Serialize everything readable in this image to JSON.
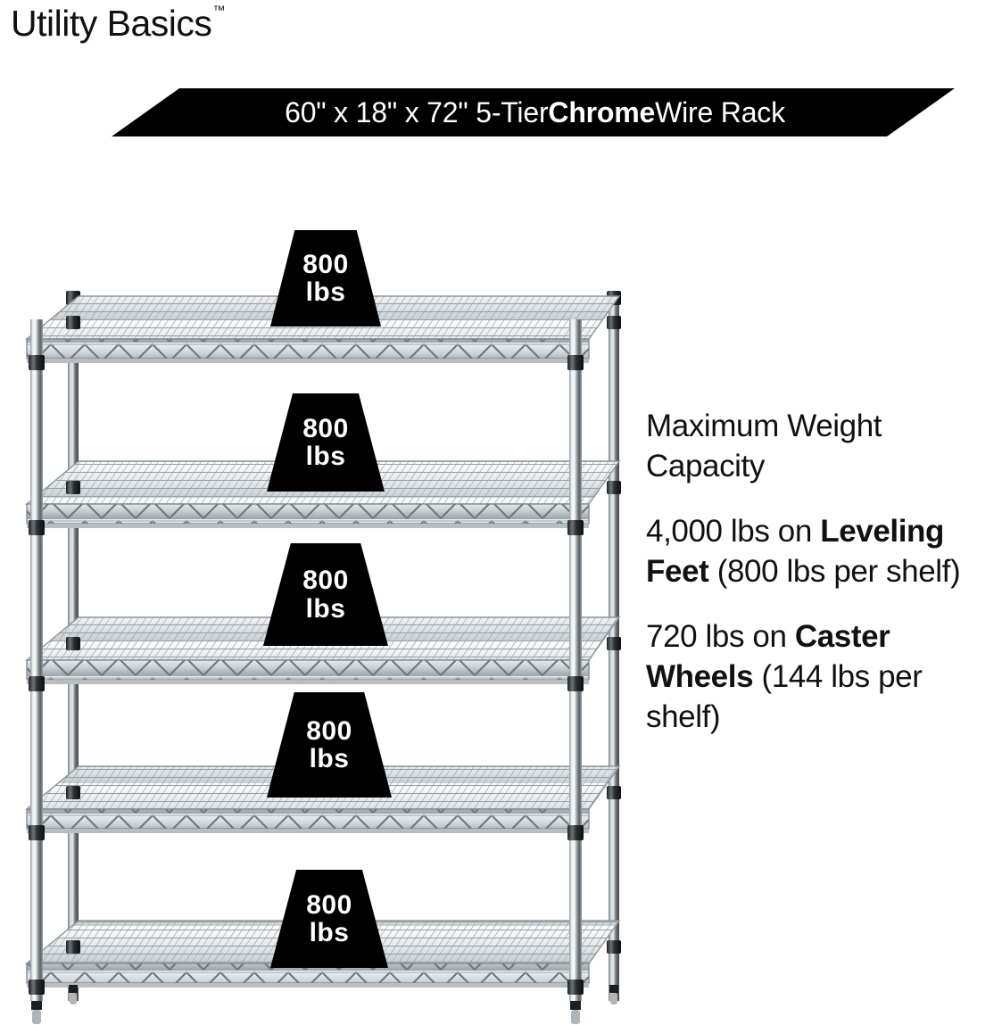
{
  "brand": {
    "name": "Utility Basics",
    "trademark": "™"
  },
  "banner": {
    "prefix": "60\" x 18\" x 72\" 5-Tier ",
    "emphasis": "Chrome",
    "suffix": " Wire Rack",
    "full_text": "60\" x 18\" x 72\" 5-Tier Chrome Wire Rack",
    "background_color": "#000000",
    "text_color": "#ffffff"
  },
  "info": {
    "heading": "Maximum Weight Capacity",
    "leveling": {
      "lead": "4,000 lbs on ",
      "emphasis": "Leveling Feet",
      "tail": " (800 lbs per shelf)"
    },
    "caster": {
      "lead": "720 lbs on ",
      "emphasis": "Caster Wheels",
      "tail": " (144 lbs per shelf)"
    }
  },
  "product": {
    "tier_count": 5,
    "shelf_capacity_number": "800",
    "shelf_capacity_unit": "lbs",
    "badges": [
      {
        "number": "800",
        "unit": "lbs"
      },
      {
        "number": "800",
        "unit": "lbs"
      },
      {
        "number": "800",
        "unit": "lbs"
      },
      {
        "number": "800",
        "unit": "lbs"
      },
      {
        "number": "800",
        "unit": "lbs"
      }
    ]
  },
  "colors": {
    "chrome_light": "#f4f6f7",
    "chrome_mid": "#b9c0c4",
    "chrome_dark": "#5d6569",
    "collar": "#26292b",
    "black": "#000000",
    "white": "#ffffff"
  }
}
